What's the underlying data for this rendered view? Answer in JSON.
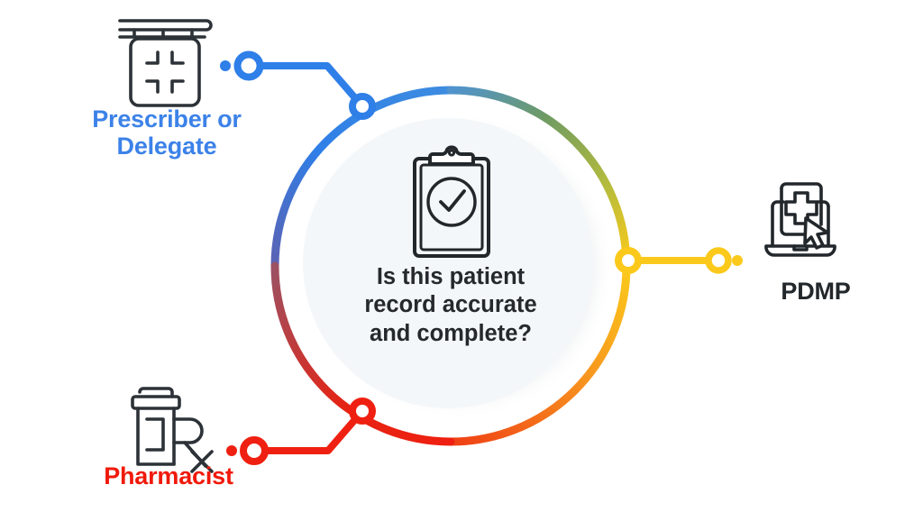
{
  "diagram": {
    "title": "Prescriber, Pharmacist and PDMP patient record verification loop",
    "center": {
      "question": "Is this patient\nrecord accurate\nand complete?",
      "icon": "clipboard-check-icon",
      "background_color": "#f4f7f9"
    },
    "nodes": [
      {
        "id": "prescriber",
        "label": "Prescriber or\nDelegate",
        "color": "#3c82e8",
        "icon": "pharmacy-sign-icon",
        "position": "top-left"
      },
      {
        "id": "pdmp",
        "label": "PDMP",
        "color": "#22272b",
        "connector_color": "#fbc91b",
        "icon": "laptop-medical-cursor-icon",
        "position": "right"
      },
      {
        "id": "pharmacist",
        "label": "Pharmacist",
        "color": "#f01a0a",
        "icon": "pill-bottle-rx-icon",
        "position": "bottom-left"
      }
    ],
    "ring_gradient": {
      "blue": "#2f7fe8",
      "green": "#6f9b62",
      "olive": "#b5bc3c",
      "yellow": "#fbc91b",
      "orange": "#f7921e",
      "red": "#ef2011",
      "mauve": "#9c5263",
      "indigo": "#5a63b4"
    }
  }
}
